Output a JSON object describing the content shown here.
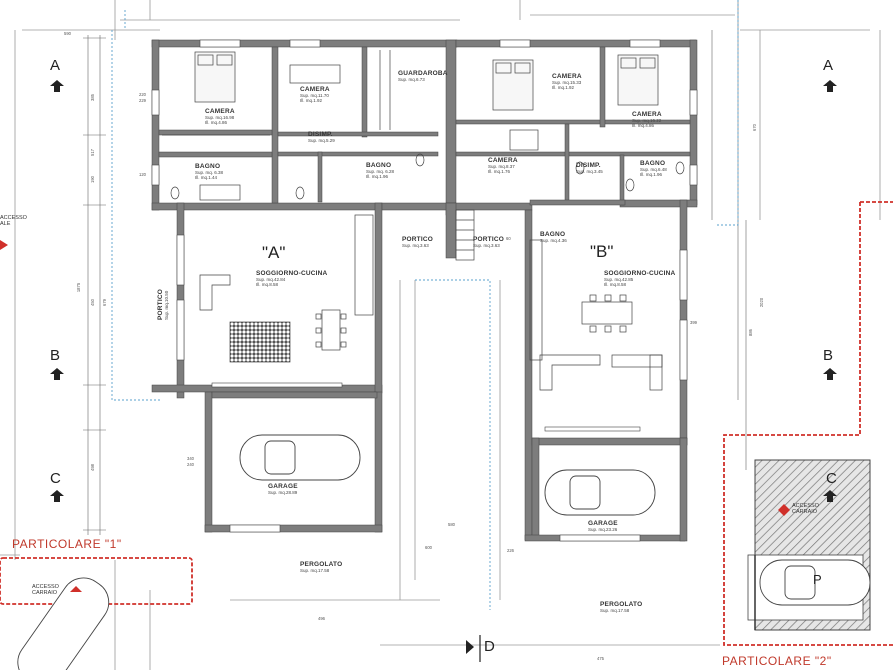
{
  "units": {
    "a": "\"A\"",
    "b": "\"B\""
  },
  "sections": {
    "a_left": "A",
    "a_right": "A",
    "b_left": "B",
    "b_right": "B",
    "c_left": "C",
    "c_right": "C",
    "d": "D"
  },
  "particolare": {
    "one": "PARTICOLARE \"1\"",
    "two": "PARTICOLARE \"2\""
  },
  "access": {
    "left_line1": "ACCESSO",
    "left_line2": "CARRAIO",
    "right_line1": "ACCESSO",
    "right_line2": "CARRAIO",
    "edge_left": "ACCESSO",
    "edge_left2": "ALE"
  },
  "parking_letter": "P",
  "rooms": {
    "a_camera_big": {
      "name": "CAMERA",
      "sup": "Sup. mq.16.98",
      "sub": "Ill. mq.4.86"
    },
    "a_camera_small": {
      "name": "CAMERA",
      "sup": "Sup. mq.11.70",
      "sub": "Ill. mq.1.92"
    },
    "a_guardaroba": {
      "name": "GUARDAROBA",
      "sup": "Sup. mq.6.73"
    },
    "a_disimp": {
      "name": "DISIMP.",
      "sup": "Sup. mq.5.29"
    },
    "a_bagno_left": {
      "name": "BAGNO",
      "sup": "Sup. mq. 6.38",
      "sub": "Ill. mq.1.44"
    },
    "a_bagno_mid": {
      "name": "BAGNO",
      "sup": "Sup. mq. 6.28",
      "sub": "Ill. mq.1.96"
    },
    "a_soggiorno": {
      "name": "SOGGIORNO-CUCINA",
      "sup": "Sup. mq.42.84",
      "sub": "Ill. mq.8.58"
    },
    "a_portico_side": {
      "name": "PORTICO",
      "sup": "Sup. mq.10.50"
    },
    "a_portico_mid": {
      "name": "PORTICO",
      "sup": "Sup. mq.3.63"
    },
    "a_garage": {
      "name": "GARAGE",
      "sup": "Sup. mq.28.89"
    },
    "a_pergolato": {
      "name": "PERGOLATO",
      "sup": "Sup. mq.17.58"
    },
    "b_camera_mid": {
      "name": "CAMERA",
      "sup": "Sup. mq.15.33",
      "sub": "Ill. mq.1.92"
    },
    "b_camera_right": {
      "name": "CAMERA",
      "sup": "Sup. mq.16.22",
      "sub": "Ill. mq.4.86"
    },
    "b_camera_small": {
      "name": "CAMERA",
      "sup": "Sup. mq.8.37",
      "sub": "Ill. mq.1.76"
    },
    "b_disimp": {
      "name": "DISIMP.",
      "sup": "Sup. mq.3.45"
    },
    "b_bagno_right": {
      "name": "BAGNO",
      "sup": "Sup. mq.6.48",
      "sub": "Ill. mq.1.96"
    },
    "b_bagno_small": {
      "name": "BAGNO",
      "sup": "Sup. mq.4.36"
    },
    "b_portico_mid": {
      "name": "PORTICO",
      "sup": "Sup. mq.3.63"
    },
    "b_soggiorno": {
      "name": "SOGGIORNO-CUCINA",
      "sup": "Sup. mq.42.85",
      "sub": "Ill. mq.8.58"
    },
    "b_garage": {
      "name": "GARAGE",
      "sup": "Sup. mq.23.26"
    },
    "b_pergolato": {
      "name": "PERGOLATO",
      "sup": "Sup. mq.17.58"
    }
  },
  "dims": {
    "d_top": "590",
    "d_385": "385",
    "d_517": "517",
    "d_190": "190",
    "d_1875": "1875",
    "d_450": "450",
    "d_679": "679",
    "d_498": "498",
    "d_220": "220",
    "d_229": "229",
    "d_340": "340",
    "d_240": "240",
    "d_226": "226",
    "d_580": "580",
    "d_496": "496",
    "d_475": "475",
    "d_670": "670",
    "d_2020": "2020",
    "d_886": "886",
    "d_399": "399",
    "d_600": "600",
    "d_120": "120",
    "d_60": "60"
  },
  "colors": {
    "wall": "#7d7d7d",
    "wall_dark": "#5a5a5a",
    "red": "#d0302a",
    "blue": "#5aa0cc",
    "line": "#555555"
  }
}
